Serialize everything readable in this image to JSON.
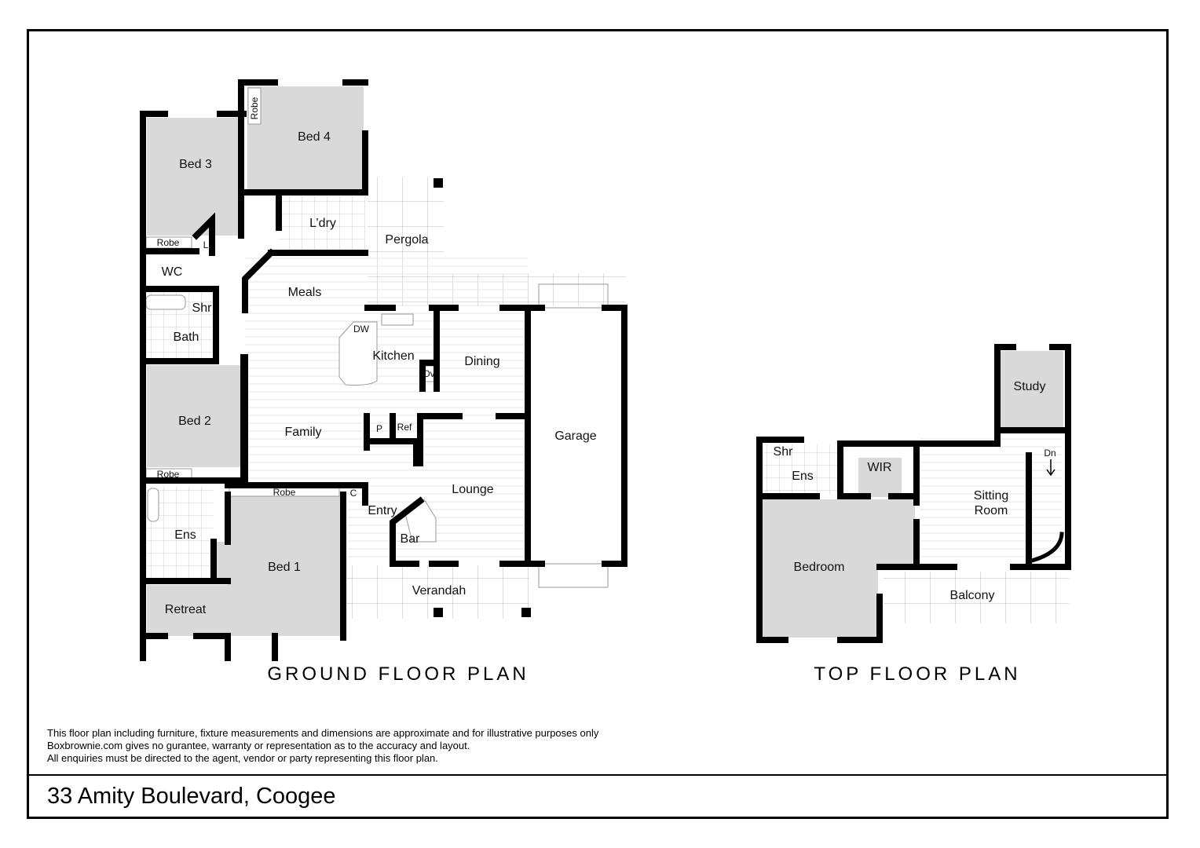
{
  "ground_floor": {
    "title": "GROUND FLOOR PLAN",
    "rooms": {
      "bed4": "Bed 4",
      "robe_bed4": "Robe",
      "bed3": "Bed 3",
      "robe_bed3": "Robe",
      "linen": "L",
      "laundry": "L’dry",
      "pergola": "Pergola",
      "wc": "WC",
      "meals": "Meals",
      "shower": "Shr",
      "bath": "Bath",
      "dishwasher": "DW",
      "kitchen": "Kitchen",
      "oven": "Ov",
      "dining": "Dining",
      "bed2": "Bed 2",
      "robe_bed2": "Robe",
      "family": "Family",
      "pantry": "P",
      "fridge": "Ref",
      "garage": "Garage",
      "robe_bed1": "Robe",
      "cupboard": "C",
      "lounge": "Lounge",
      "entry": "Entry",
      "ensuite": "Ens",
      "bar": "Bar",
      "bed1": "Bed 1",
      "verandah": "Verandah",
      "retreat": "Retreat"
    }
  },
  "top_floor": {
    "title": "TOP FLOOR PLAN",
    "rooms": {
      "study": "Study",
      "shower": "Shr",
      "ensuite": "Ens",
      "wir": "WIR",
      "stairs_down": "Dn",
      "sitting_room_1": "Sitting",
      "sitting_room_2": "Room",
      "bedroom": "Bedroom",
      "balcony": "Balcony"
    }
  },
  "disclaimer": [
    "This floor plan including furniture, fixture measurements and dimensions are approximate and for illustrative purposes only",
    "Boxbrownie.com gives no gurantee, warranty or representation as to the accuracy and layout.",
    "All enquiries must be directed to the agent, vendor or party representing this floor plan."
  ],
  "address": "33 Amity Boulevard, Coogee",
  "colors": {
    "room_fill": "#d9d9d9",
    "wall": "#000000",
    "floor_line": "#e6e6e6"
  }
}
